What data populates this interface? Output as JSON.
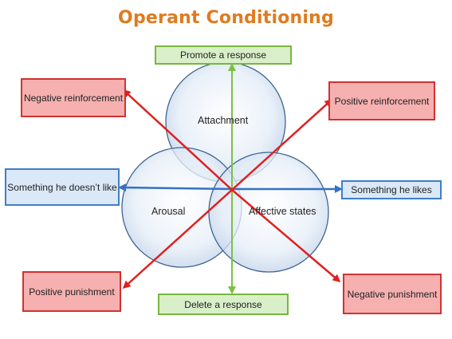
{
  "title": "Operant Conditioning",
  "boxes": {
    "top": "Promote a response",
    "bottom": "Delete a response",
    "top_left": "Negative reinforcement",
    "top_right": "Positive reinforcement",
    "left": "Something he doesn’t like",
    "right": "Something he likes",
    "bottom_left": "Positive punishment",
    "bottom_right": "Negative punishment"
  },
  "circles": {
    "top": "Attachment",
    "left": "Arousal",
    "right": "Affective states"
  },
  "colors": {
    "title": "#e07b1f",
    "green_border": "#79b640",
    "red_border": "#d03232",
    "blue_border": "#3f7fc4",
    "arrow_red": "#e02020",
    "arrow_green": "#7cc043",
    "arrow_blue": "#3472c4"
  }
}
